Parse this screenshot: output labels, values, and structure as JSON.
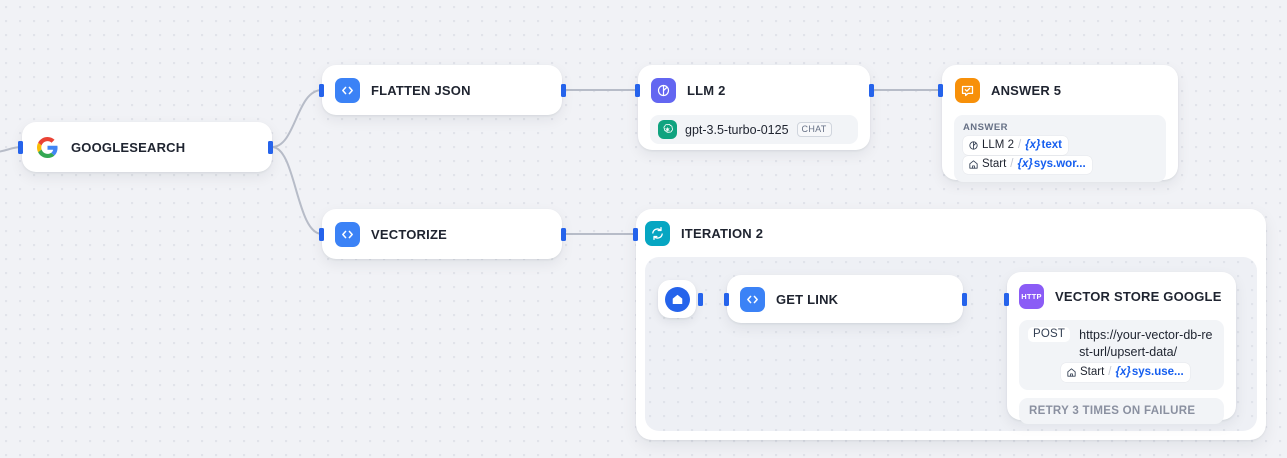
{
  "canvas": {
    "background_color": "#f1f2f6",
    "dot_color": "#e1e3ea"
  },
  "nodes": {
    "googlesearch": {
      "title": "GOOGLESEARCH",
      "icon": "google-logo-icon"
    },
    "flatten_json": {
      "title": "FLATTEN JSON",
      "icon": "code-icon",
      "icon_color": "#3b82f6"
    },
    "vectorize": {
      "title": "VECTORIZE",
      "icon": "code-icon",
      "icon_color": "#3b82f6"
    },
    "llm2": {
      "title": "LLM 2",
      "icon": "llm-icon",
      "icon_color": "#6366f1",
      "model": {
        "provider_icon": "openai-icon",
        "name": "gpt-3.5-turbo-0125",
        "badge": "CHAT"
      }
    },
    "answer5": {
      "title": "ANSWER 5",
      "icon": "answer-icon",
      "icon_color": "#f79009",
      "panel_label": "ANSWER",
      "variables": [
        {
          "node": "LLM 2",
          "node_icon": "llm-icon",
          "sep": "/",
          "var_prefix": "{x}",
          "var": "text"
        },
        {
          "node": "Start",
          "node_icon": "home-icon",
          "sep": "/",
          "var_prefix": "{x}",
          "var": "sys.wor..."
        }
      ]
    },
    "iteration2": {
      "title": "ITERATION 2",
      "icon": "loop-icon",
      "icon_color": "#06a6c2"
    },
    "iteration_start": {
      "icon": "home-icon",
      "icon_color": "#2563eb"
    },
    "get_link": {
      "title": "GET LINK",
      "icon": "code-icon",
      "icon_color": "#3b82f6"
    },
    "vector_store_google": {
      "title": "VECTOR STORE GOOGLE",
      "icon": "http-icon",
      "icon_label": "HTTP",
      "icon_color": "#8b5cf6",
      "method": "POST",
      "url": "https://your-vector-db-rest-url/upsert-data/",
      "variable": {
        "node": "Start",
        "node_icon": "home-icon",
        "sep": "/",
        "var_prefix": "{x}",
        "var": "sys.use..."
      },
      "retry": "RETRY 3 TIMES ON FAILURE"
    }
  }
}
